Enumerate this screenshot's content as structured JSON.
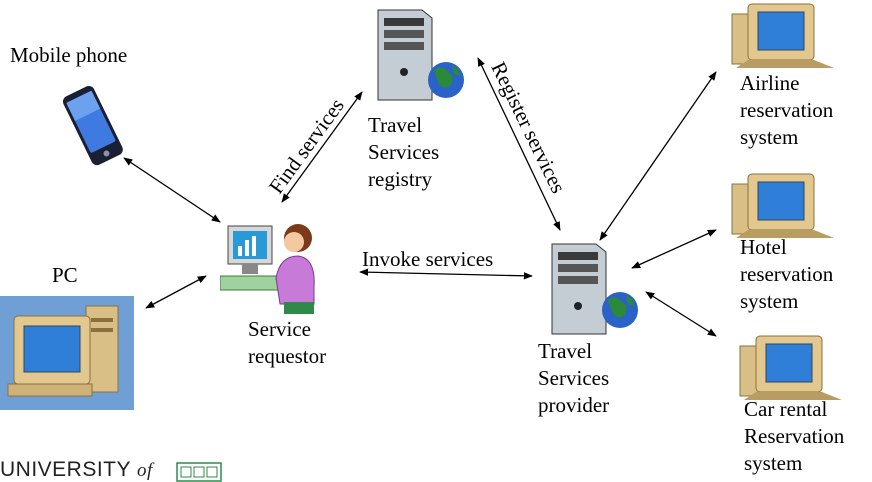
{
  "nodes": {
    "mobile_phone": {
      "label": "Mobile phone"
    },
    "pc": {
      "label": "PC"
    },
    "service_requestor": {
      "line1": "Service",
      "line2": "requestor"
    },
    "registry": {
      "line1": "Travel",
      "line2": "Services",
      "line3": "registry"
    },
    "provider": {
      "line1": "Travel",
      "line2": "Services",
      "line3": "provider"
    },
    "airline": {
      "line1": "Airline",
      "line2": "reservation",
      "line3": "system"
    },
    "hotel": {
      "line1": "Hotel",
      "line2": "reservation",
      "line3": "system"
    },
    "car_rental": {
      "line1": "Car rental",
      "line2": "Reservation",
      "line3": "system"
    }
  },
  "edges": {
    "find_services": "Find services",
    "register_services": "Register services",
    "invoke_services": "Invoke services"
  },
  "footer": {
    "university": "UNIVERSITY",
    "of": "of"
  },
  "colors": {
    "monitor_body": "#e8c98a",
    "monitor_screen": "#2f7fd8",
    "server_body": "#c9d1d9",
    "globe": "#2a8a3a"
  }
}
